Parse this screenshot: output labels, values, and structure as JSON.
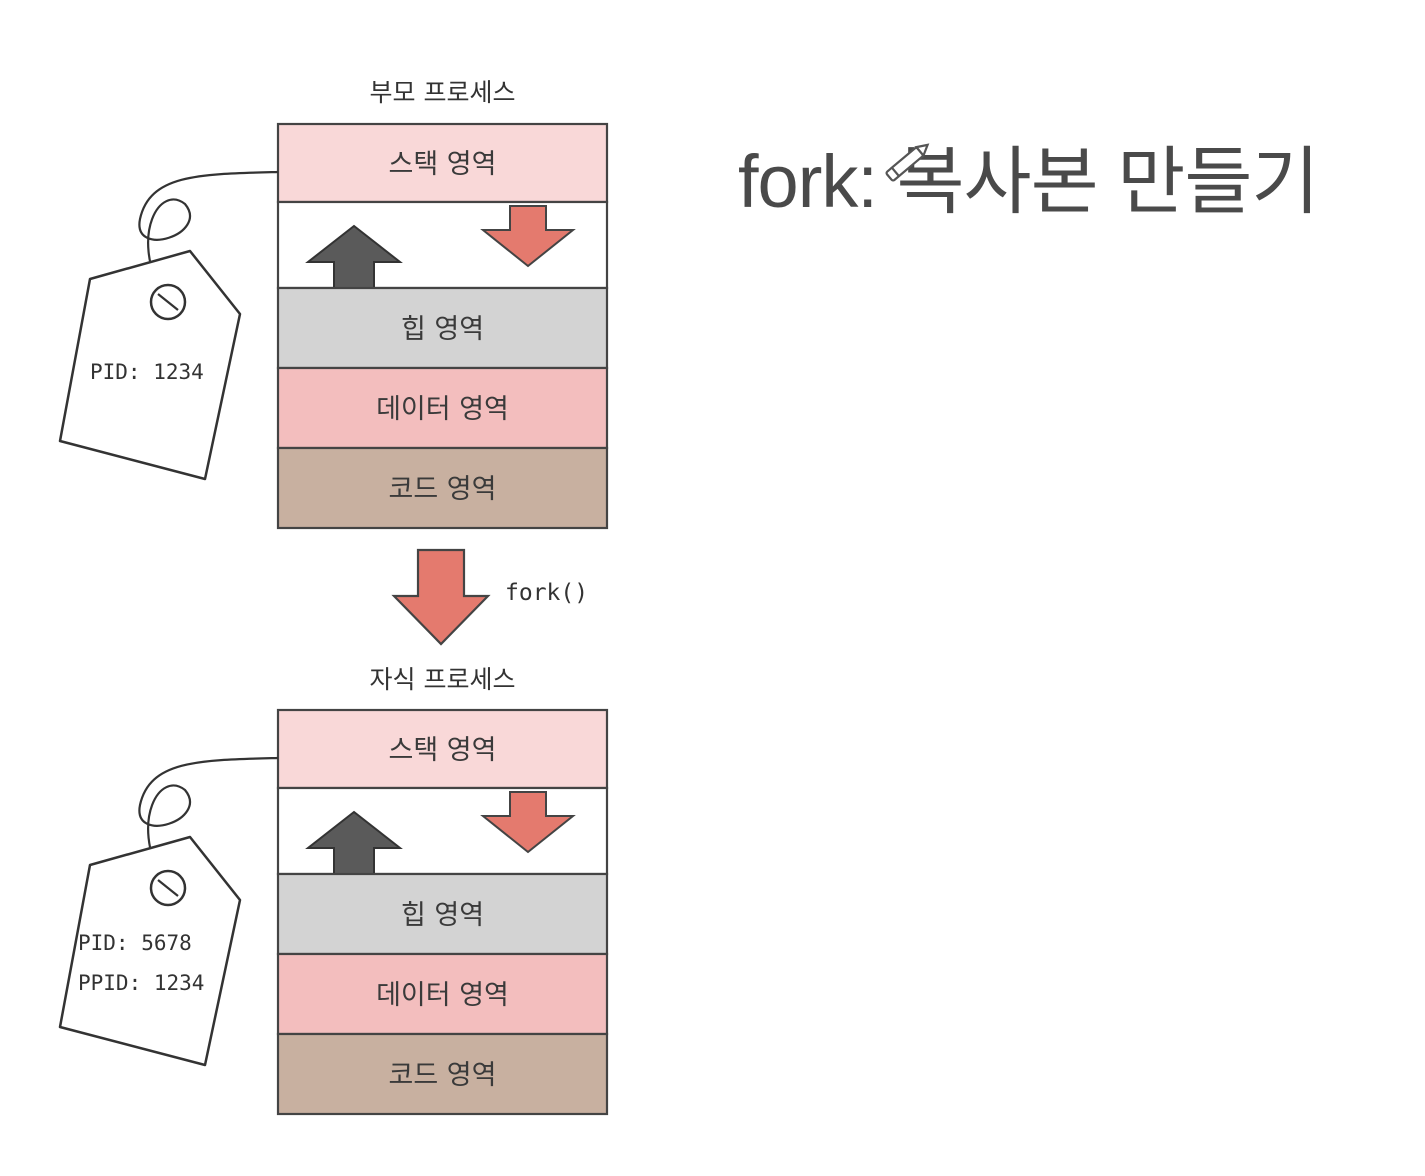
{
  "slide": {
    "title": "fork: 복사본 만들기"
  },
  "fork_label": "fork()",
  "colors": {
    "stack": "#f9d8d8",
    "free": "#ffffff",
    "heap": "#d3d3d3",
    "data": "#f3bebe",
    "code": "#c8b0a0",
    "arrow_down": "#e47a6e",
    "arrow_up": "#5a5a5a",
    "outline": "#444444"
  },
  "processes": [
    {
      "title": "부모 프로세스",
      "tag_lines": [
        "PID: 1234"
      ],
      "segments": [
        {
          "kind": "stack",
          "label": "스택 영역"
        },
        {
          "kind": "free",
          "label": ""
        },
        {
          "kind": "heap",
          "label": "힙 영역"
        },
        {
          "kind": "data",
          "label": "데이터 영역"
        },
        {
          "kind": "code",
          "label": "코드 영역"
        }
      ]
    },
    {
      "title": "자식 프로세스",
      "tag_lines": [
        "PID: 5678",
        "PPID: 1234"
      ],
      "segments": [
        {
          "kind": "stack",
          "label": "스택 영역"
        },
        {
          "kind": "free",
          "label": ""
        },
        {
          "kind": "heap",
          "label": "힙 영역"
        },
        {
          "kind": "data",
          "label": "데이터 영역"
        },
        {
          "kind": "code",
          "label": "코드 영역"
        }
      ]
    }
  ]
}
